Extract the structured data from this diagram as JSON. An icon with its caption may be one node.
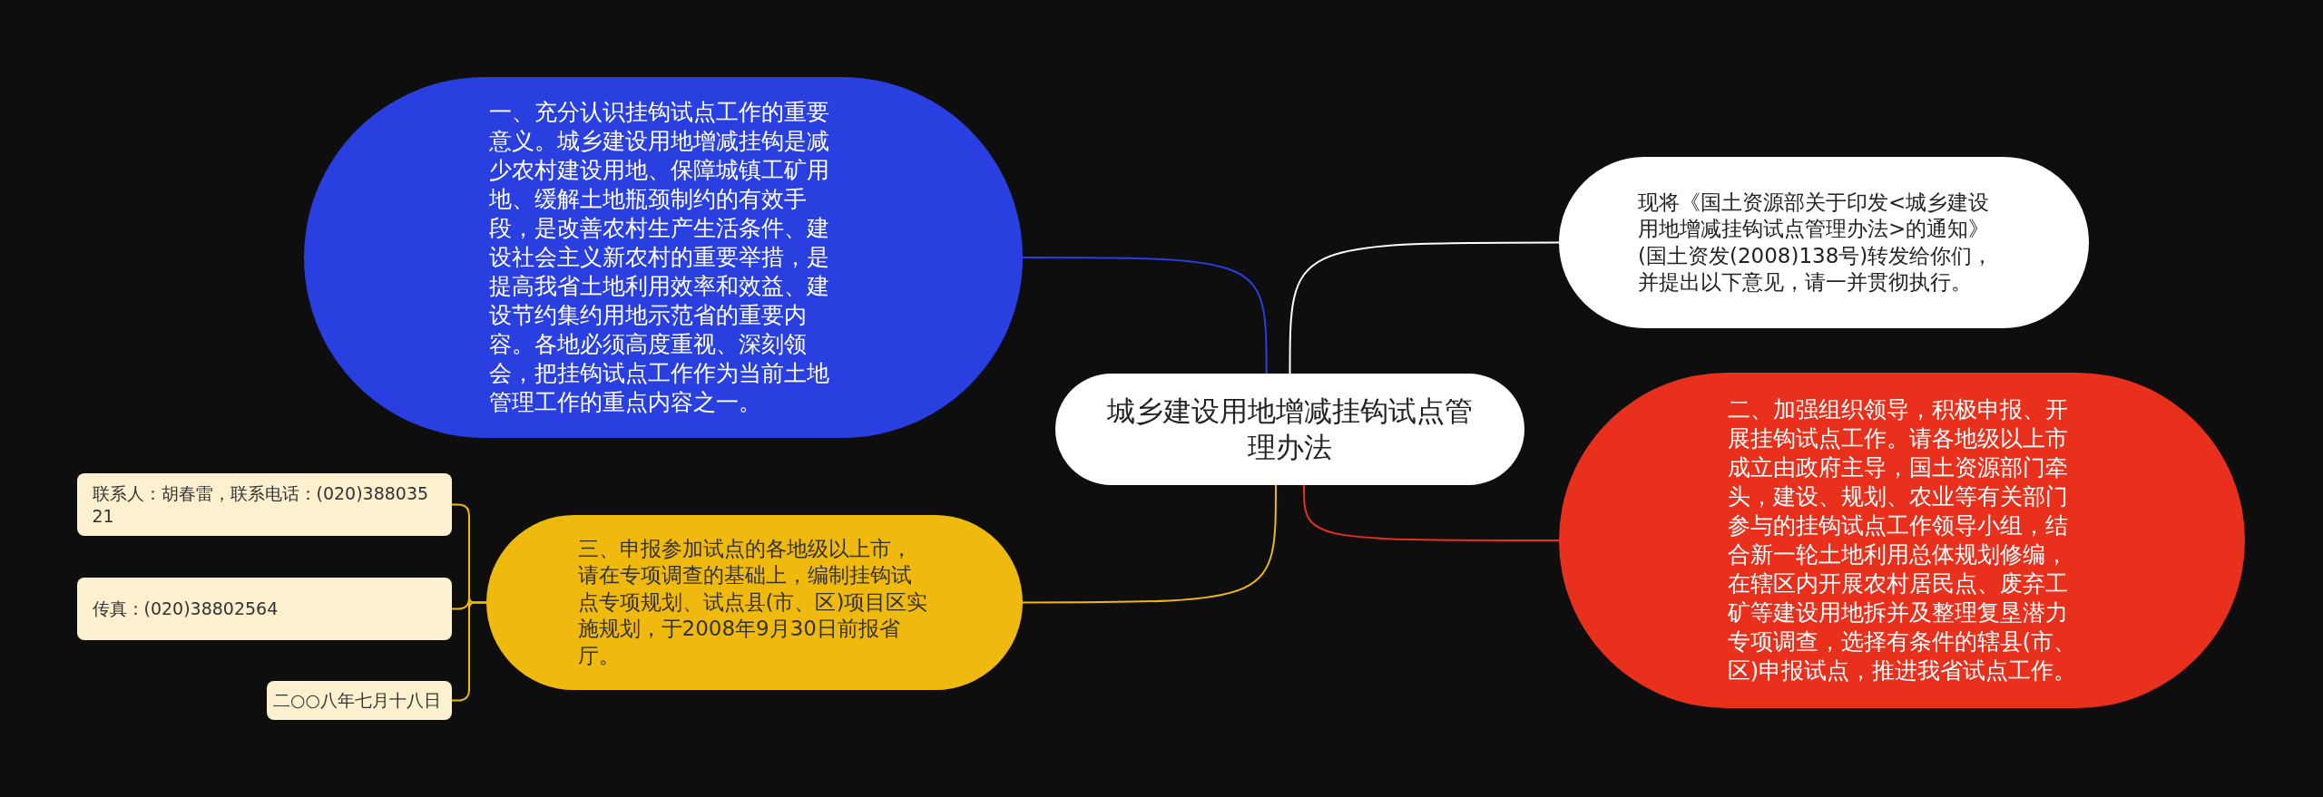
{
  "diagram": {
    "nodes": [
      {
        "text": [
          "城乡建设用地增减挂钩试点管理办法"
        ]
      },
      {
        "text": [
          "一、充分认识挂钩试点工作的重要意义。城乡建设用地增减挂钩是减少农村建设用地、保障城镇工矿用地、缓解土地瓶颈制约的有效手段，是改善农村生产生活条件、建设社会主义新农村的重要举措，是提高我省土地利用效率和效益、建设节约集约用地示范省的重要内容。各地必须高度重视、深刻领会，把挂钩试点工作作为当前土地管理工作的重点内容之一。"
        ]
      },
      {
        "text": [
          "现将《国土资源部关于印发<城乡建设用地增减挂钩试点管理办法>的通知》(国土资发(2008)138号)转发给你们，并提出以下意见，请一并贯彻执行。"
        ]
      },
      {
        "text": [
          "二、加强组织领导，积极申报、开展挂钩试点工作。请各地级以上市成立由政府主导，国土资源部门牵头，建设、规划、农业等有关部门参与的挂钩试点工作领导小组，结合新一轮土地利用总体规划修编，在辖区内开展农村居民点、废弃工矿等建设用地拆并及整理复垦潜力专项调查，选择有条件的辖县(市、区)申报试点，推进我省试点工作。"
        ]
      },
      {
        "text": [
          "三、申报参加试点的各地级以上市，请在专项调查的基础上，编制挂钩试点专项规划、试点县(市、区)项目区实施规划，于2008年9月30日前报省厅。"
        ]
      },
      {
        "text": [
          "联系人：胡春雷，联系电话：(020)38803521"
        ]
      },
      {
        "text": [
          "传真：(020)38802564"
        ]
      },
      {
        "text": [
          "二○○八年七月十八日"
        ]
      }
    ],
    "edges": [
      {
        "from": 0,
        "to": 1,
        "arrow": "none",
        "color": "#2a3fe0"
      },
      {
        "from": 0,
        "to": 2,
        "arrow": "none",
        "color": "#ffffff"
      },
      {
        "from": 0,
        "to": 3,
        "arrow": "none",
        "color": "#e8301c"
      },
      {
        "from": 0,
        "to": 4,
        "arrow": "none",
        "color": "#f0b90e"
      },
      {
        "from": 4,
        "to": 5,
        "arrow": "none",
        "color": "#f0b90e"
      },
      {
        "from": 4,
        "to": 6,
        "arrow": "none",
        "color": "#f0b90e"
      },
      {
        "from": 4,
        "to": 7,
        "arrow": "none",
        "color": "#f0b90e"
      }
    ]
  }
}
